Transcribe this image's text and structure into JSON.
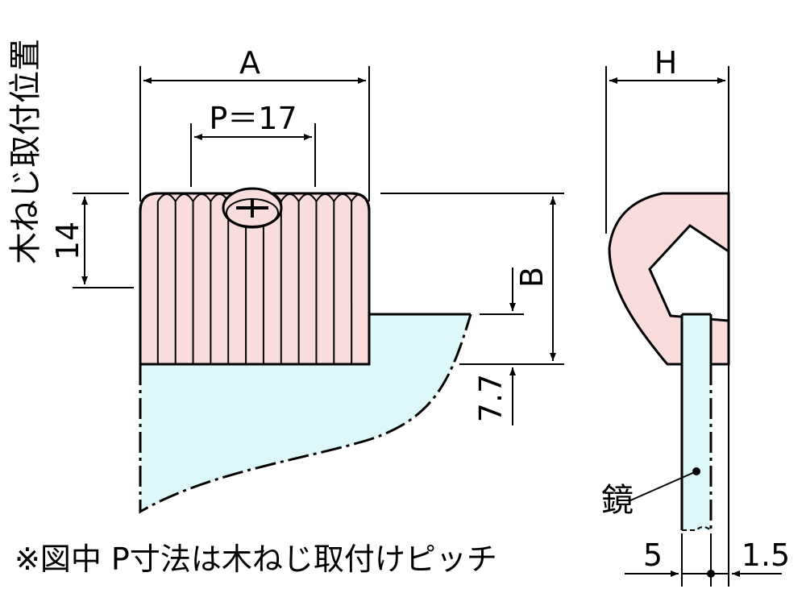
{
  "colors": {
    "stopper_fill": "#f9dcdc",
    "mirror_fill": "#dcf8f8",
    "line": "#000000"
  },
  "labels": {
    "dim_a": "A",
    "dim_p": "P＝17",
    "dim_h": "H",
    "dim_b": "B",
    "dim_14": "14",
    "dim_7_7": "7.7",
    "dim_5": "5",
    "dim_1_5": "1.5",
    "screw_position": "木ねじ取付位置",
    "mirror": "鏡",
    "note": "※図中 P寸法は木ねじ取付けピッチ"
  },
  "icons": {
    "screw": "phillips-screw-head-icon"
  }
}
